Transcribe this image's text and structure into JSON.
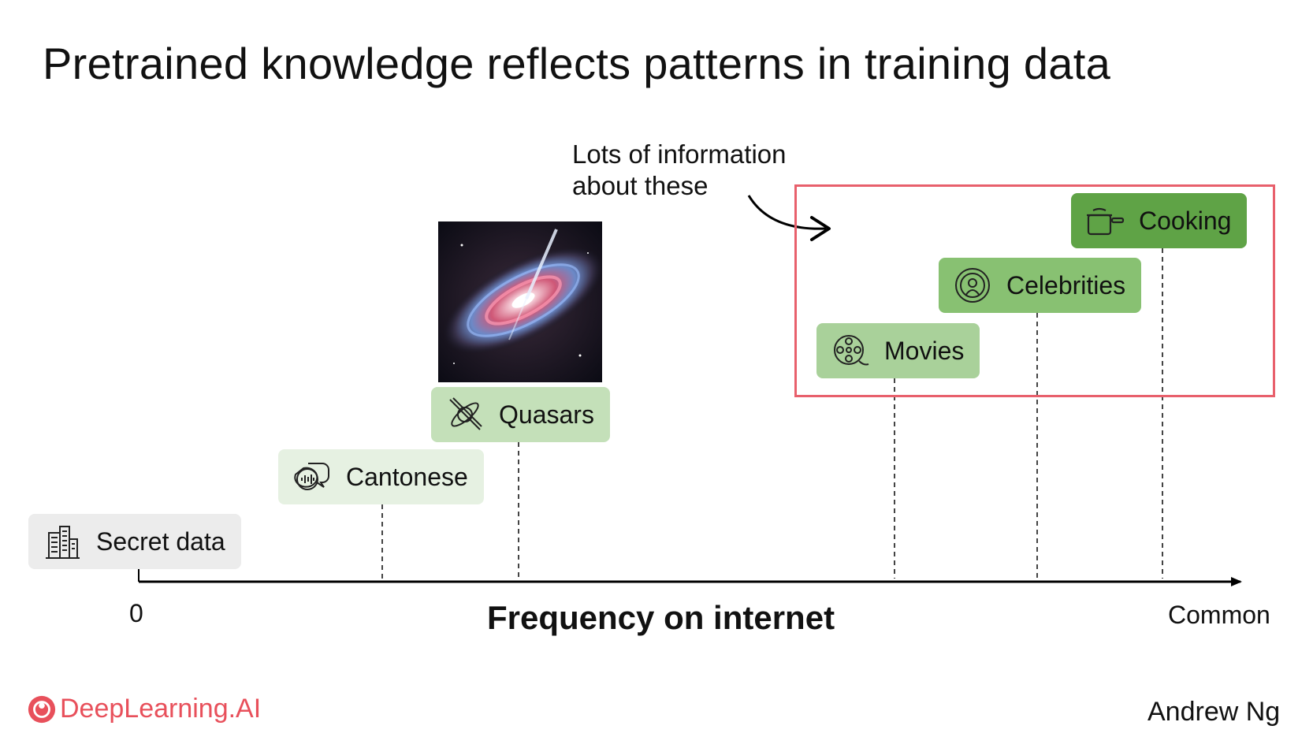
{
  "title": "Pretrained knowledge reflects patterns in training data",
  "callout": {
    "line1": "Lots of information",
    "line2": "about these"
  },
  "axis": {
    "start_label": "0",
    "end_label": "Common",
    "title": "Frequency on internet"
  },
  "topics": [
    {
      "label": "Secret data",
      "icon": "buildings-icon"
    },
    {
      "label": "Cantonese",
      "icon": "speech-bubbles-icon"
    },
    {
      "label": "Quasars",
      "icon": "planet-ring-icon"
    },
    {
      "label": "Movies",
      "icon": "film-reel-icon"
    },
    {
      "label": "Celebrities",
      "icon": "podcast-person-icon"
    },
    {
      "label": "Cooking",
      "icon": "cooking-pot-icon"
    }
  ],
  "footer": {
    "brand": "DeepLearning.AI",
    "author": "Andrew Ng"
  },
  "colors": {
    "highlight_border": "#e8606c",
    "brand": "#e8505b",
    "green_lightest": "#e6f1e2",
    "green_light": "#c4e0b9",
    "green_mid": "#a9d19a",
    "green_dark": "#88c172",
    "green_darkest": "#5fa346",
    "gray_pill": "#ececec"
  }
}
